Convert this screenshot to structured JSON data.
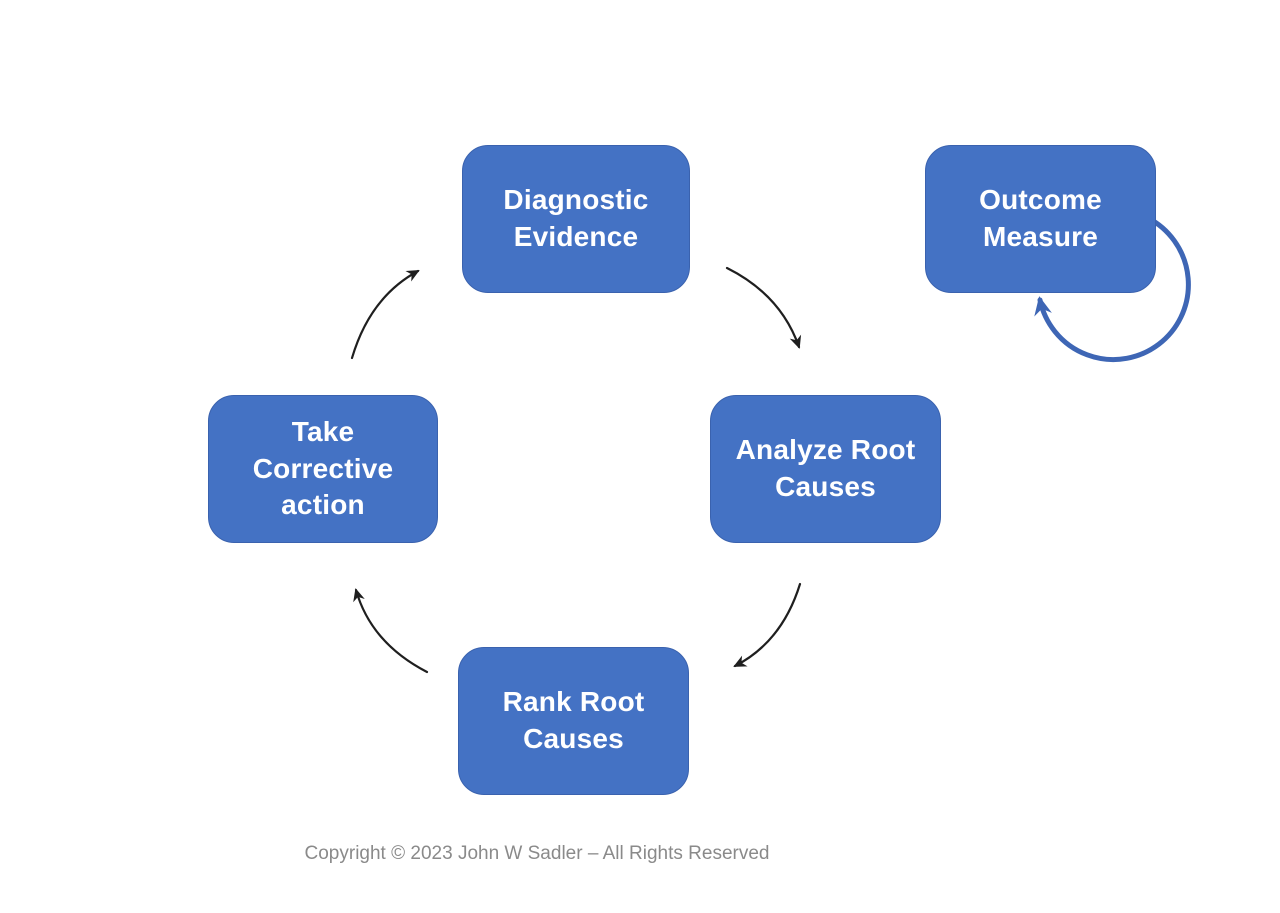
{
  "diagram": {
    "nodes": [
      {
        "id": "diagnostic-evidence",
        "label": "Diagnostic\nEvidence"
      },
      {
        "id": "outcome-measure",
        "label": "Outcome\nMeasure"
      },
      {
        "id": "take-corrective-action",
        "label": "Take\nCorrective\naction"
      },
      {
        "id": "analyze-root-causes",
        "label": "Analyze Root\nCauses"
      },
      {
        "id": "rank-root-causes",
        "label": "Rank Root\nCauses"
      }
    ],
    "edges": [
      {
        "from": "Take Corrective action",
        "to": "Diagnostic Evidence",
        "style": "thin-black-curved-arrow"
      },
      {
        "from": "Diagnostic Evidence",
        "to": "Analyze Root Causes",
        "style": "thin-black-curved-arrow"
      },
      {
        "from": "Analyze Root Causes",
        "to": "Rank Root Causes",
        "style": "thin-black-curved-arrow"
      },
      {
        "from": "Rank Root Causes",
        "to": "Take Corrective action",
        "style": "thin-black-curved-arrow"
      },
      {
        "from": "Outcome Measure",
        "to": "Outcome Measure",
        "style": "thick-blue-self-loop"
      }
    ],
    "colors": {
      "node_fill": "#4472C4",
      "node_border": "#3A62AE",
      "node_text": "#FFFFFF",
      "black_arrow": "#1F1F1F",
      "loop_arrow": "#3E66B5",
      "copyright_text": "#8A8A8A",
      "background": "#FFFFFF"
    },
    "copyright": "Copyright © 2023 John W Sadler – All Rights Reserved"
  }
}
